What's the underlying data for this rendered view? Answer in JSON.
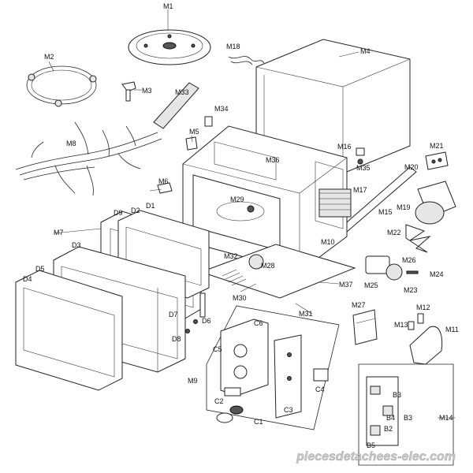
{
  "watermark": "piecesdetachees-elec.com",
  "labels": {
    "M1": "M1",
    "M2": "M2",
    "M3": "M3",
    "M4": "M4",
    "M5": "M5",
    "M6": "M6",
    "M7": "M7",
    "M8": "M8",
    "M9": "M9",
    "M10": "M10",
    "M11": "M11",
    "M12": "M12",
    "M13": "M13",
    "M14": "M14",
    "M15": "M15",
    "M16": "M16",
    "M17": "M17",
    "M18": "M18",
    "M19": "M19",
    "M20": "M20",
    "M21": "M21",
    "M22": "M22",
    "M23": "M23",
    "M24": "M24",
    "M25": "M25",
    "M26": "M26",
    "M27": "M27",
    "M28": "M28",
    "M29": "M29",
    "M30": "M30",
    "M31": "M31",
    "M32": "M32",
    "M33": "M33",
    "M34": "M34",
    "M35": "M35",
    "M36": "M36",
    "M37": "M37",
    "D1": "D1",
    "D2": "D2",
    "D3": "D3",
    "D4": "D4",
    "D5": "D5",
    "D6": "D6",
    "D7": "D7",
    "D8": "D8",
    "D9": "D9",
    "C1": "C1",
    "C2": "C2",
    "C3": "C3",
    "C4": "C4",
    "C5": "C5",
    "C6": "C6",
    "B2": "B2",
    "B3a": "B3",
    "B3b": "B3",
    "B4": "B4",
    "B5": "B5"
  }
}
